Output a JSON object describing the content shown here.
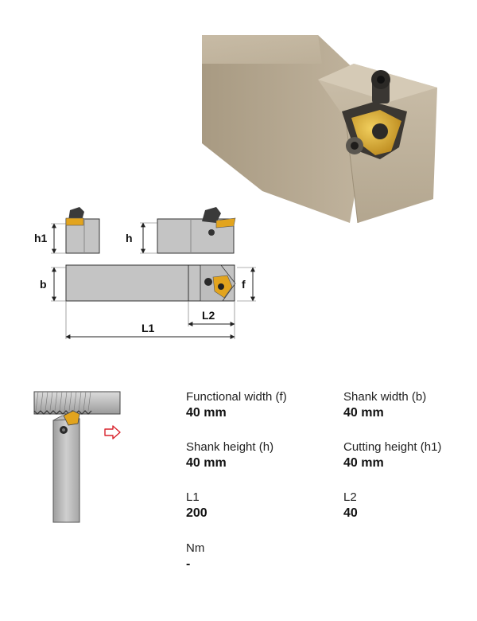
{
  "diagram": {
    "labels": {
      "h1": "h1",
      "h": "h",
      "b": "b",
      "f": "f",
      "L1": "L1",
      "L2": "L2"
    }
  },
  "specs": [
    {
      "label": "Functional width (f)",
      "value": "40 mm"
    },
    {
      "label": "Shank width (b)",
      "value": "40 mm"
    },
    {
      "label": "Shank height (h)",
      "value": "40 mm"
    },
    {
      "label": "Cutting height (h1)",
      "value": "40 mm"
    },
    {
      "label": "L1",
      "value": "200"
    },
    {
      "label": "L2",
      "value": "40"
    },
    {
      "label": "Nm",
      "value": "-"
    }
  ],
  "colors": {
    "shank_gray": "#b9b9b9",
    "insert_gold": "#e2a41e",
    "photo_body": "#b8ab95",
    "arrow_red": "#d9232d"
  },
  "icons": {
    "feed_arrow": "arrow-right-outline-icon"
  }
}
